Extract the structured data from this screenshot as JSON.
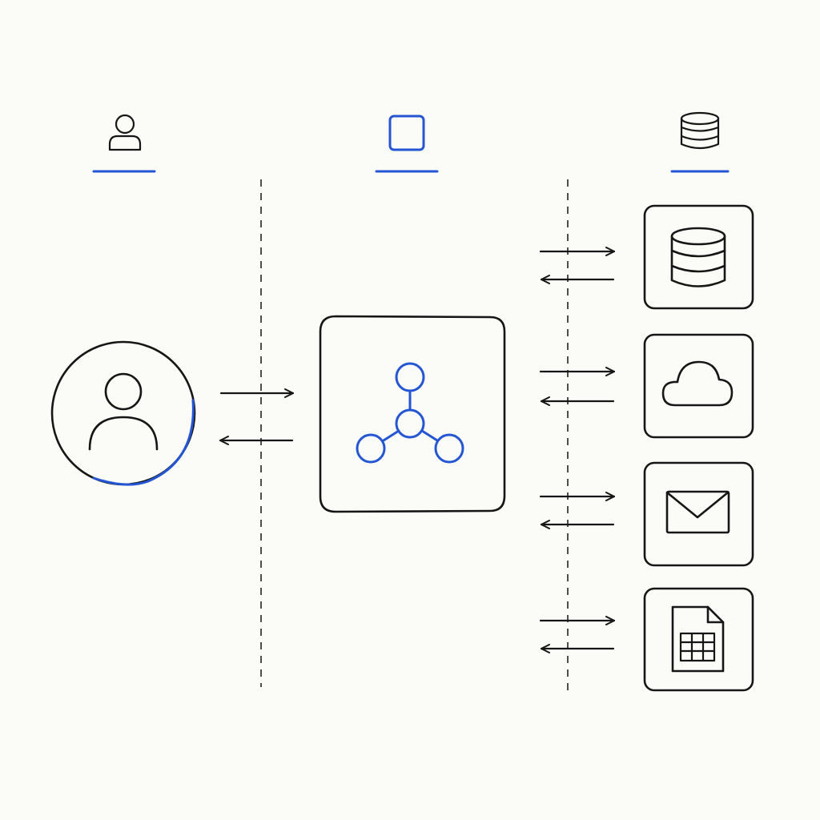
{
  "colors": {
    "background": "#fbfbf8",
    "ink": "#161616",
    "accent": "#2456d3"
  },
  "lanes": [
    {
      "id": "user",
      "icon": "person-icon"
    },
    {
      "id": "app",
      "icon": "square-icon"
    },
    {
      "id": "storage",
      "icon": "database-icon"
    }
  ],
  "nodes": {
    "user": {
      "icon": "person-icon"
    },
    "hub": {
      "icon": "network-hub-icon"
    },
    "services": [
      {
        "id": "database",
        "icon": "database-icon"
      },
      {
        "id": "cloud",
        "icon": "cloud-icon"
      },
      {
        "id": "email",
        "icon": "envelope-icon"
      },
      {
        "id": "spreadsheet",
        "icon": "spreadsheet-file-icon"
      }
    ]
  },
  "connections": [
    {
      "from": "user",
      "to": "hub",
      "bidirectional": true
    },
    {
      "from": "hub",
      "to": "database",
      "bidirectional": true
    },
    {
      "from": "hub",
      "to": "cloud",
      "bidirectional": true
    },
    {
      "from": "hub",
      "to": "email",
      "bidirectional": true
    },
    {
      "from": "hub",
      "to": "spreadsheet",
      "bidirectional": true
    }
  ]
}
